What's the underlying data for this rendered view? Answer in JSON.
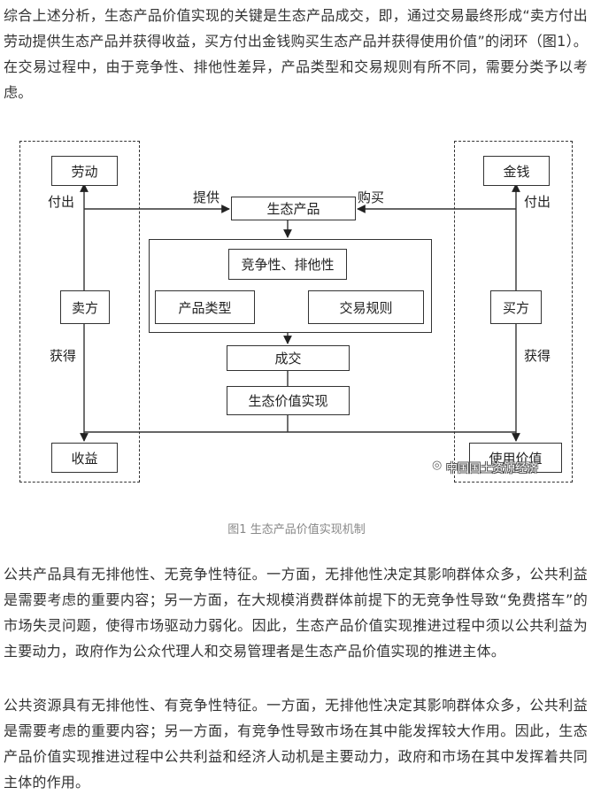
{
  "paragraphs": [
    "综合上述分析，生态产品价值实现的关键是生态产品成交，即，通过交易最终形成“卖方付出劳动提供生态产品并获得收益，买方付出金钱购买生态产品并获得使用价值”的闭环（图1）。在交易过程中，由于竞争性、排他性差异，产品类型和交易规则有所不同，需要分类予以考虑。",
    "公共产品具有无排他性、无竞争性特征。一方面，无排他性决定其影响群体众多，公共利益是需要考虑的重要内容；另一方面，在大规模消费群体前提下的无竞争性导致“免费搭车”的市场失灵问题，使得市场驱动力弱化。因此，生态产品价值实现推进过程中须以公共利益为主要动力，政府作为公众代理人和交易管理者是生态产品价值实现的推进主体。",
    "公共资源具有无排他性、有竞争性特征。一方面，无排他性决定其影响群体众多，公共利益是需要考虑的重要内容；另一方面，有竞争性导致市场在其中能发挥较大作用。因此，生态产品价值实现推进过程中公共利益和经济人动机是主要动力，政府和市场在其中发挥着共同主体的作用。"
  ],
  "figure": {
    "caption": "图1 生态产品价值实现机制",
    "watermark": "中国国土资源经济",
    "nodes": {
      "labor": "劳动",
      "seller": "卖方",
      "income": "收益",
      "money": "金钱",
      "buyer": "买方",
      "use_value": "使用价值",
      "eco_product": "生态产品",
      "competition": "竞争性、排他性",
      "product_type": "产品类型",
      "trade_rule": "交易规则",
      "deal": "成交",
      "value_realization": "生态价值实现"
    },
    "edge_labels": {
      "pay_left": "付出",
      "pay_right": "付出",
      "provide": "提供",
      "buy": "购买",
      "gain_left": "获得",
      "gain_right": "获得"
    }
  }
}
